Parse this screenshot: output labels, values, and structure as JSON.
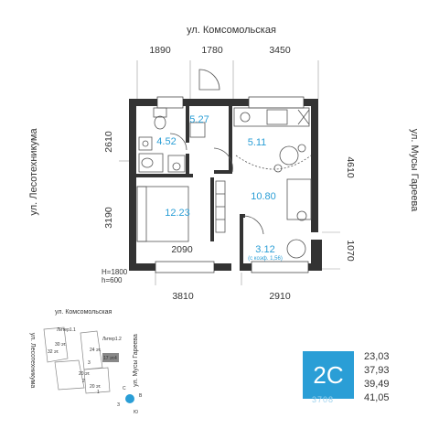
{
  "streets": {
    "top": "ул. Комсомольская",
    "left": "ул. Лесотехникума",
    "right": "ул. Мусы Гареева"
  },
  "dimensions": {
    "top": [
      "1890",
      "1780",
      "3450"
    ],
    "left": [
      "2610",
      "3190"
    ],
    "right": [
      "4610",
      "1070"
    ],
    "bottom": [
      "3810",
      "2910"
    ],
    "inner": "2090",
    "window_note": [
      "H=1800",
      "h=600"
    ]
  },
  "rooms": [
    {
      "area": "5.27"
    },
    {
      "area": "4.52"
    },
    {
      "area": "5.11"
    },
    {
      "area": "10.80"
    },
    {
      "area": "12.23"
    },
    {
      "area": "3.12",
      "note": "(с коэф. 1,56)"
    }
  ],
  "site_map": {
    "street_top": "ул. Комсомольская",
    "street_left": "ул. Лесотехникума",
    "street_right": "ул. Мусы Гареева",
    "labels": [
      "Литер1.1",
      "Литер1.2",
      "30 эт.",
      "32 эт.",
      "24 эт.",
      "17 эт.",
      "4",
      "3",
      "2",
      "1",
      "20 эт.",
      "20 эт."
    ],
    "compass": [
      "С",
      "В",
      "З",
      "Ю"
    ]
  },
  "apartment": {
    "type": "2С",
    "watermark": "3708",
    "areas": [
      "23,03",
      "37,93",
      "39,49",
      "41,05"
    ]
  },
  "colors": {
    "accent": "#2a9ed6",
    "wall": "#333333"
  }
}
